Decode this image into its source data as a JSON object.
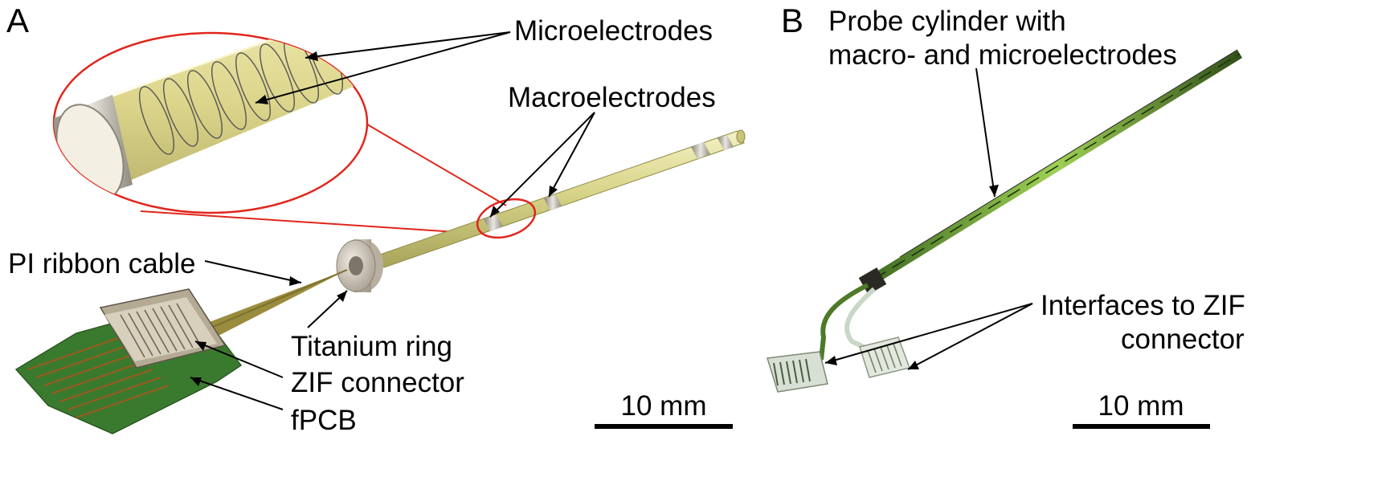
{
  "panels": {
    "a": {
      "letter": "A"
    },
    "b": {
      "letter": "B"
    }
  },
  "labels": {
    "microelectrodes": "Microelectrodes",
    "macroelectrodes": "Macroelectrodes",
    "pi_ribbon_cable": "PI ribbon cable",
    "titanium_ring": "Titanium ring",
    "zif_connector": "ZIF connector",
    "fpcb": "fPCB",
    "probe_cylinder_line1": "Probe cylinder with",
    "probe_cylinder_line2": "macro- and microelectrodes",
    "interfaces_line1": "Interfaces to ZIF",
    "interfaces_line2": "connector"
  },
  "scale_bars": {
    "a": "10 mm",
    "b": "10 mm"
  },
  "colors": {
    "highlight_red": "#e0261c",
    "probe_yellow": "#d9d58a",
    "pcb_green": "#3a7a2e",
    "probe_green": "#7fbf3a"
  }
}
